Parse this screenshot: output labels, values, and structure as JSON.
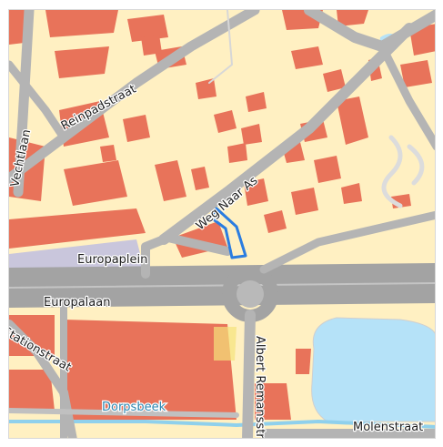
{
  "map": {
    "colors": {
      "land": "#fff0c2",
      "building": "#e8735a",
      "road": "#b4b4b4",
      "road_major": "#a3a3a3",
      "square": "#c9c6dc",
      "water": "#b5e2f8",
      "stream": "#8fd0ec",
      "parcel": "#2b7de0",
      "green": "#e9ecb8"
    },
    "labels": {
      "reinpadstraat": "Reinpadstraat",
      "vechtlaan": "Vechtlaan",
      "weg_naar_as": "Weg Naar As",
      "europaplein": "Europaplein",
      "europalaan": "Europalaan",
      "stationstraat": "Stationstraat",
      "albert_remansstraat": "Albert Remansstraat",
      "dorpsbeek": "Dorpsbeek",
      "molenstraat": "Molenstraat"
    }
  }
}
